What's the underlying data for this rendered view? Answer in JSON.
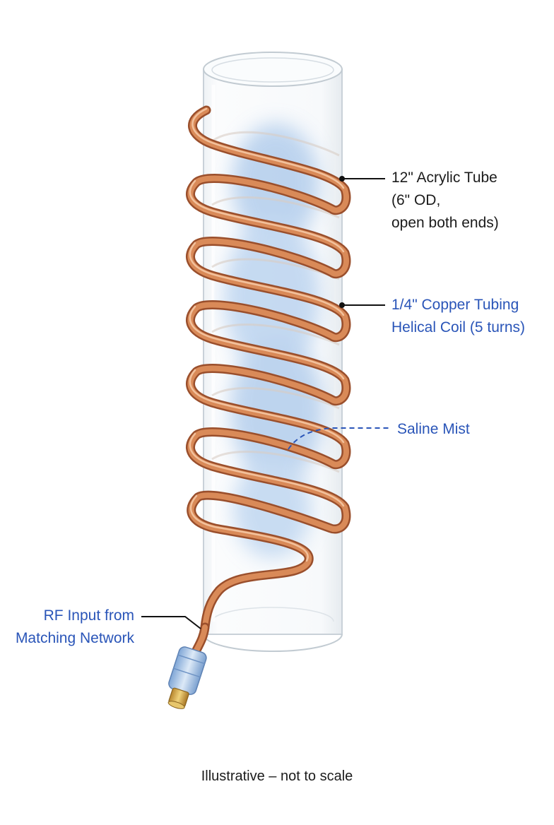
{
  "diagram": {
    "labels": {
      "tube": "12\" Acrylic Tube\n(6\" OD,\nopen both ends)",
      "coil": "1/4\" Copper Tubing\nHelical Coil (5 turns)",
      "mist": "Saline Mist",
      "rf_input": "RF Input from\nMatching Network"
    },
    "caption": "Illustrative – not to scale",
    "colors": {
      "label_dark": "#1b1b1b",
      "label_blue": "#2a55b8",
      "copper": "#c8784a",
      "copper_dark": "#9a4f2c",
      "acrylic_edge": "#c9d1d8",
      "mist": "#a9c7ea",
      "connector_blue": "#9fc0e6",
      "connector_brass": "#d8b050"
    },
    "icons": {
      "connector": "coaxial-rf-connector-icon"
    }
  }
}
